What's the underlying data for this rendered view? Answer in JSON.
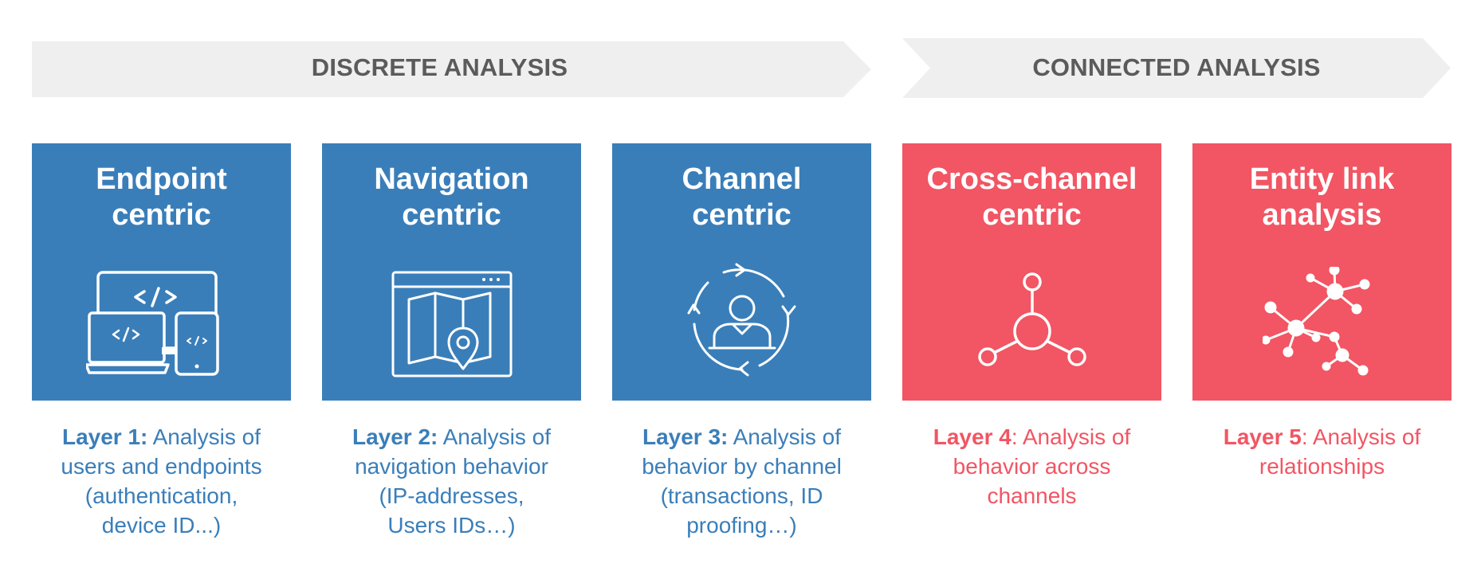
{
  "banners": {
    "discrete": "DISCRETE ANALYSIS",
    "connected": "CONNECTED ANALYSIS"
  },
  "colors": {
    "blue": "#3a7eb9",
    "red": "#f25563",
    "banner_bg": "#efefef",
    "banner_text": "#5b5b5b"
  },
  "cards": [
    {
      "title_line1": "Endpoint",
      "title_line2": "centric",
      "icon": "devices-code-icon",
      "desc_label": "Layer 1:",
      "desc_line1": " Analysis of",
      "desc_line2": "users and endpoints",
      "desc_line3": "(authentication,",
      "desc_line4": "device ID...)"
    },
    {
      "title_line1": "Navigation",
      "title_line2": "centric",
      "icon": "browser-map-pin-icon",
      "desc_label": "Layer 2:",
      "desc_line1": " Analysis of",
      "desc_line2": "navigation behavior",
      "desc_line3": "(IP-addresses,",
      "desc_line4": "Users IDs…)"
    },
    {
      "title_line1": "Channel",
      "title_line2": "centric",
      "icon": "user-cycle-icon",
      "desc_label": "Layer 3:",
      "desc_line1": " Analysis of",
      "desc_line2": "behavior by channel",
      "desc_line3": "(transactions, ID",
      "desc_line4": "proofing…)"
    },
    {
      "title_line1": "Cross-channel",
      "title_line2": "centric",
      "icon": "hub-nodes-icon",
      "desc_label": "Layer 4",
      "desc_line1": ": Analysis of",
      "desc_line2": "behavior across",
      "desc_line3": "channels"
    },
    {
      "title_line1": "Entity link",
      "title_line2": "analysis",
      "icon": "network-graph-icon",
      "desc_label": "Layer 5",
      "desc_line1": ": Analysis of",
      "desc_line2": "relationships"
    }
  ]
}
